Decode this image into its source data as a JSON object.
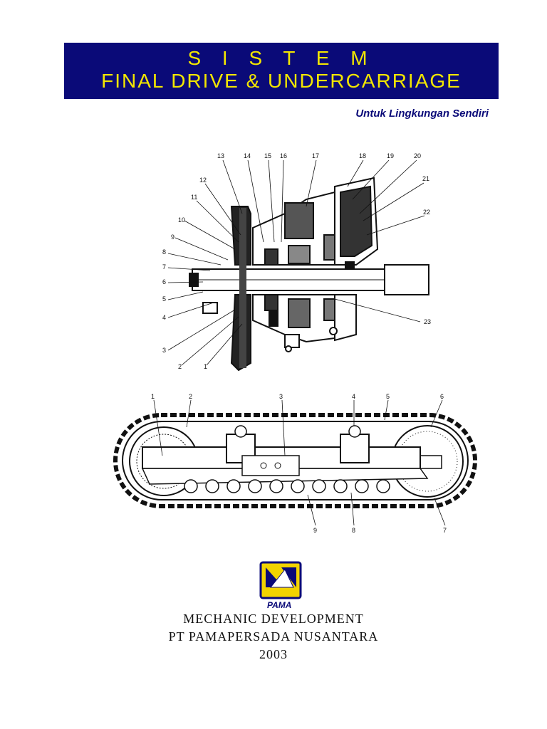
{
  "title": {
    "line1": "S I S T E M",
    "line2": "FINAL DRIVE & UNDERCARRIAGE"
  },
  "subtitle": "Untuk Lingkungan Sendiri",
  "final_drive_labels": [
    "13",
    "14",
    "15",
    "16",
    "17",
    "18",
    "19",
    "20",
    "12",
    "21",
    "11",
    "22",
    "10",
    "9",
    "8",
    "7",
    "6",
    "5",
    "4",
    "23",
    "3",
    "2",
    "1"
  ],
  "undercarriage_labels": [
    "1",
    "2",
    "3",
    "4",
    "5",
    "6",
    "9",
    "8",
    "7"
  ],
  "logo": {
    "text": "PAMA",
    "colors": {
      "blue": "#0a0a78",
      "yellow": "#f2d300"
    }
  },
  "footer": {
    "line1": "MECHANIC DEVELOPMENT",
    "line2": "PT PAMAPERSADA NUSANTARA",
    "line3": "2003"
  },
  "colors": {
    "title_bg": "#0a0a78",
    "title_text": "#f2e600",
    "subtitle": "#0a0a78"
  }
}
